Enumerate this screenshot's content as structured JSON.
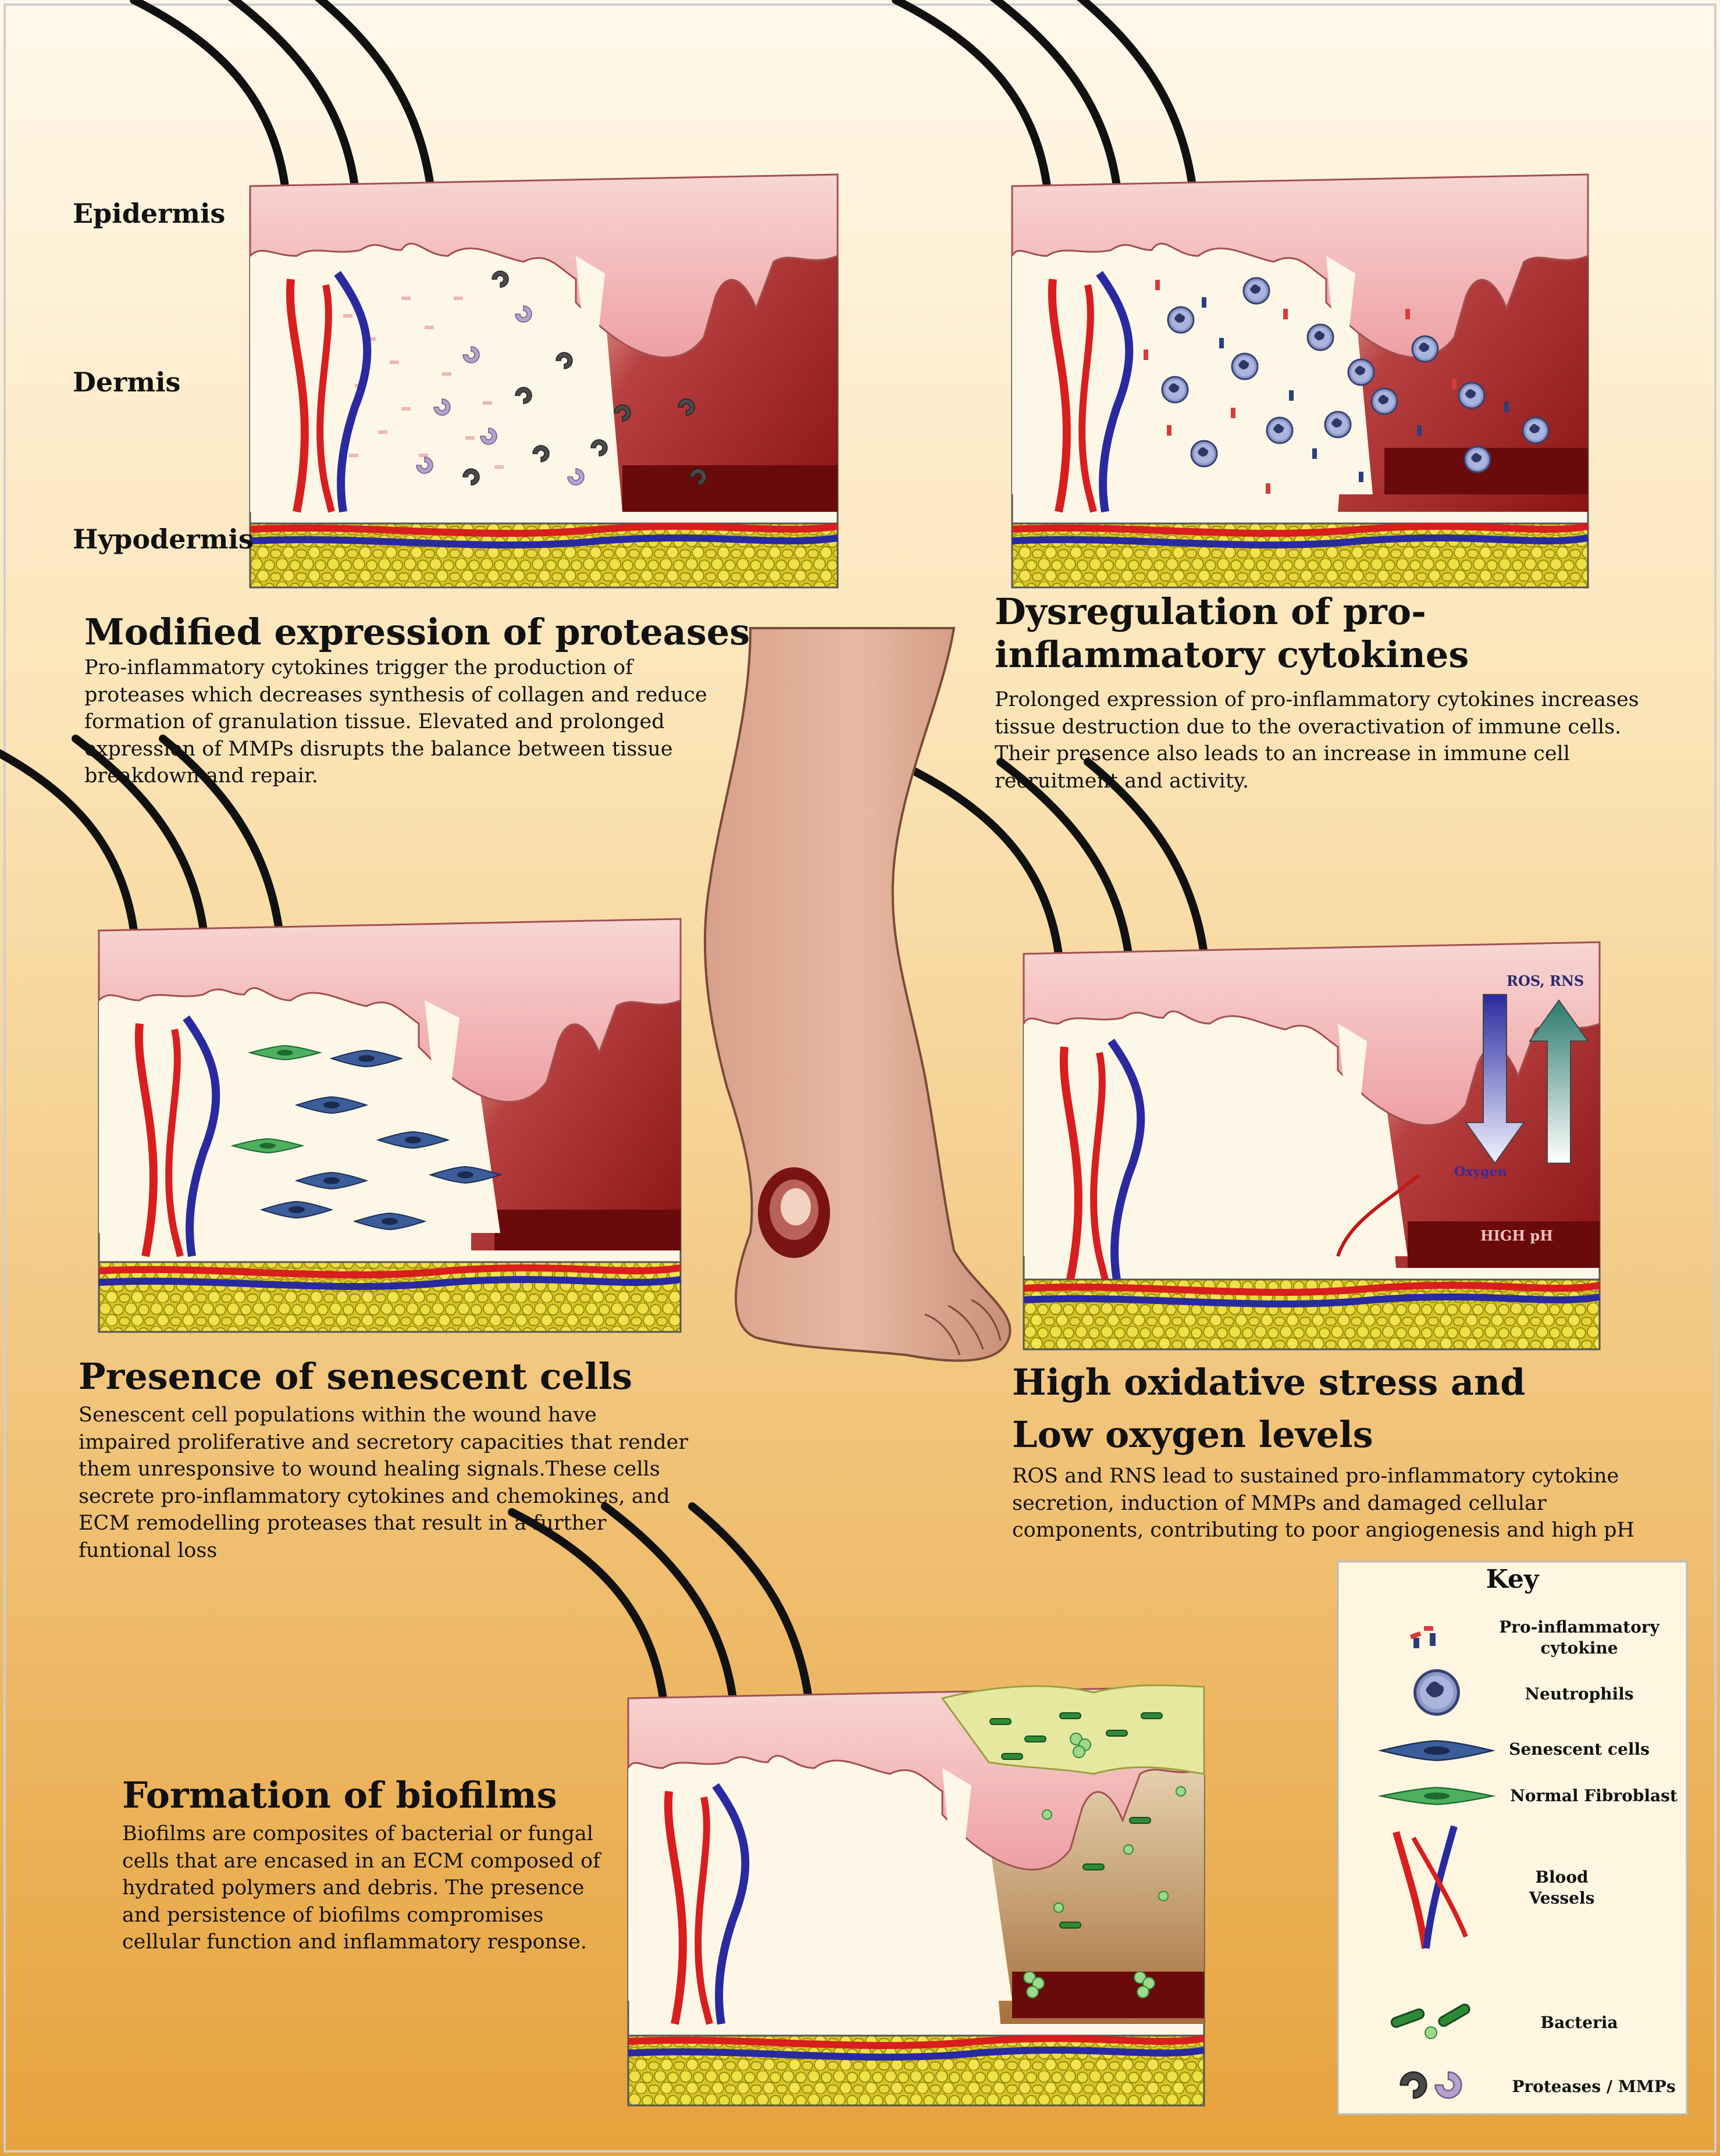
{
  "layers": {
    "epidermis": "Epidermis",
    "dermis": "Dermis",
    "hypodermis": "Hypodermis"
  },
  "panels": {
    "proteases": {
      "title": "Modified expression of proteases",
      "body": "Pro-inflammatory cytokines trigger the production of proteases which decreases synthesis of collagen and reduce formation of granulation tissue. Elevated and prolonged expression of MMPs disrupts the balance between tissue breakdown and repair."
    },
    "cytokines": {
      "title": "Dysregulation of pro-inflammatory cytokines",
      "body": "Prolonged expression of pro-inflammatory cytokines increases tissue destruction due to the overactivation of immune cells. Their presence also leads to an increase in immune cell recruitment and activity."
    },
    "senescent": {
      "title": "Presence of senescent cells",
      "body": "Senescent cell populations within the wound have impaired proliferative and secretory capacities that render them unresponsive to wound healing signals.These cells secrete pro-inflammatory cytokines and chemokines, and ECM remodelling proteases that result in a further funtional loss"
    },
    "oxidative": {
      "title_line1": "High oxidative stress and",
      "title_line2": "Low oxygen levels",
      "body": "ROS and RNS lead to sustained pro-inflammatory cytokine secretion, induction of MMPs and damaged cellular components, contributing to poor angiogenesis and high pH",
      "label_ros": "ROS, RNS",
      "label_oxygen": "Oxygen",
      "label_ph": "HIGH pH"
    },
    "biofilms": {
      "title": "Formation of biofilms",
      "body": "Biofilms are composites of bacterial or fungal cells that are encased in an ECM composed of hydrated polymers and debris. The presence and persistence of biofilms compromises cellular function and inflammatory response."
    }
  },
  "key": {
    "title": "Key",
    "items": [
      {
        "label": "Pro-inflammatory cytokine",
        "icon": "cytokine-icon"
      },
      {
        "label": "Neutrophils",
        "icon": "neutrophil-icon"
      },
      {
        "label": "Senescent cells",
        "icon": "senescent-cell-icon"
      },
      {
        "label": "Normal Fibroblast",
        "icon": "fibroblast-icon"
      },
      {
        "label": "Blood Vessels",
        "icon": "blood-vessel-icon"
      },
      {
        "label": "Bacteria",
        "icon": "bacteria-icon"
      },
      {
        "label": "Proteases / MMPs",
        "icon": "protease-icon"
      }
    ]
  },
  "colors": {
    "background_top": "#fdf3e0",
    "background_bottom": "#e8a840",
    "epidermis": "#f3c3c3",
    "dermis": "#fdf7e8",
    "wound": "#a02020",
    "fat": "#e0d030",
    "artery": "#d81e1e",
    "vein": "#2a2aa0"
  }
}
